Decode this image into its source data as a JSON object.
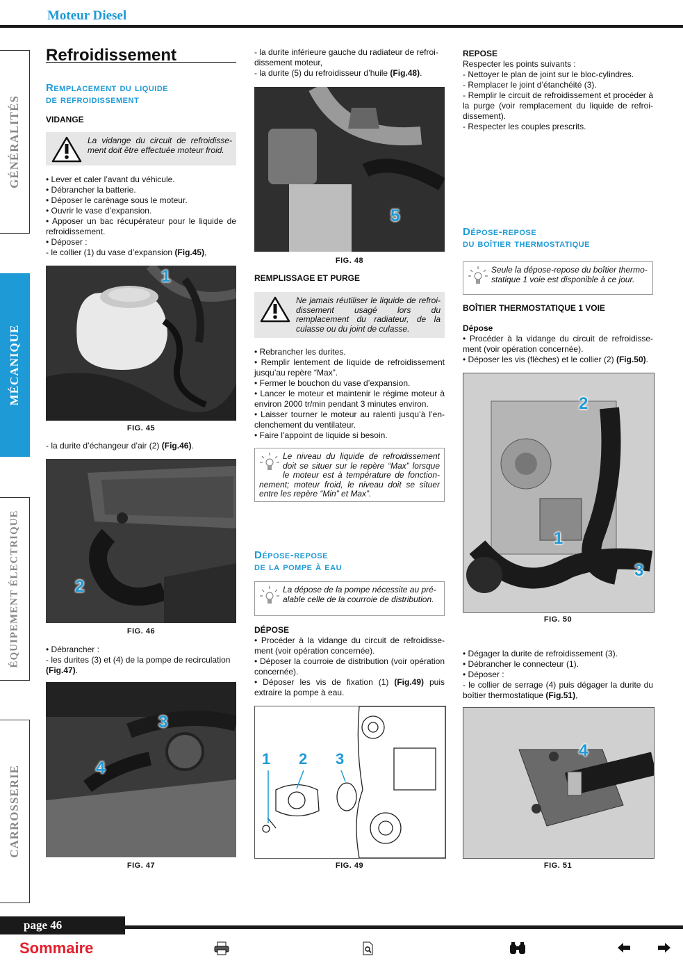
{
  "header": {
    "title": "Moteur Diesel"
  },
  "tabs": [
    {
      "label": "GÉNÉRALITÉS",
      "active": false
    },
    {
      "label": "MÉCANIQUE",
      "active": true
    },
    {
      "label": "ÉQUIPEMENT ÉLECTRIQUE",
      "active": false
    },
    {
      "label": "CARROSSERIE",
      "active": false
    }
  ],
  "col1": {
    "title": "Refroidissement",
    "section_line1": "Remplacement du liquide",
    "section_line2": "de refroidissement",
    "vidange": "VIDANGE",
    "warning": "La vidange du circuit de refroidisse-ment doit être effectuée moteur froid.",
    "steps": [
      "• Lever et caler l’avant du véhicule.",
      "• Débrancher la batterie.",
      "• Déposer le carénage sous le moteur.",
      "• Ouvrir le vase d’expansion.",
      "• Apposer un bac récupérateur pour le liquide de refroidissement.",
      "• Déposer :",
      "- le collier (1) du vase d’expansion "
    ],
    "ref45": "(Fig.45)",
    "fig45": "FIG. 45",
    "durite_echangeur": "- la durite d’échangeur d’air (2) ",
    "ref46": "(Fig.46)",
    "fig46": "FIG. 46",
    "debrancher": "• Débrancher :",
    "durites34": "- les durites (3) et (4) de la pompe de recirculation ",
    "ref47": "(Fig.47)",
    "fig47": "FIG. 47"
  },
  "col2": {
    "intro1": "- la durite inférieure gauche du radiateur de refroi-dissement moteur,",
    "intro2": "- la durite (5) du refroidisseur d’huile ",
    "ref48": "(Fig.48)",
    "fig48": "FIG. 48",
    "remplissage": "REMPLISSAGE ET PURGE",
    "warning": "Ne jamais réutiliser le liquide de refroi-dissement usagé lors du remplacement du radiateur, de la culasse ou du joint de culasse.",
    "steps": [
      "• Rebrancher les durites.",
      "• Remplir lentement de liquide de refroidissement jusqu’au repère “Max”.",
      "• Fermer le bouchon du vase d’expansion.",
      "• Lancer le moteur et maintenir le régime moteur à environ 2000 tr/min pendant 3 minutes environ.",
      "• Laisser tourner le moteur au ralenti jusqu’à l’en-clenchement du ventilateur.",
      "• Faire l’appoint de liquide si besoin."
    ],
    "note": "Le niveau du liquide de refroidissement doit se situer sur le repère “Max” lorsque le moteur est à température de fonction-nement; moteur froid, le niveau doit se situer entre les repère “Min” et Max”.",
    "section_line1": "Dépose-repose",
    "section_line2": "de la pompe à eau",
    "note2": "La dépose de la pompe nécessite au pré-alable celle de la courroie de distribution.",
    "depose": "DÉPOSE",
    "depose_steps": [
      "• Procéder à la vidange du circuit de refroidisse-ment (voir opération concernée).",
      "• Déposer la courroie de distribution (voir opération concernée)."
    ],
    "vis1": "• Déposer les vis de fixation (1) ",
    "ref49": "(Fig.49)",
    "vis2": " puis extraire la pompe à eau.",
    "fig49": "FIG. 49"
  },
  "col3": {
    "repose": "REPOSE",
    "repose_steps": [
      "Respecter les points suivants :",
      "- Nettoyer le plan de joint sur le bloc-cylindres.",
      "- Remplacer le joint d’étanchéité (3).",
      "- Remplir le circuit de refroidissement et procéder à la purge (voir remplacement du liquide de refroi-dissement).",
      "- Respecter les couples prescrits."
    ],
    "section_line1": "Dépose-repose",
    "section_line2": "du boîtier thermostatique",
    "note": "Seule la dépose-repose du boîtier thermo-statique 1 voie est disponible à ce jour.",
    "boitier": "BOÎTIER THERMOSTATIQUE 1 VOIE",
    "depose": "Dépose",
    "depose1": "• Procéder à la vidange du circuit de refroidisse-ment (voir opération concernée).",
    "depose2": "• Déposer les vis (flèches) et le collier (2) ",
    "ref50": "(Fig.50)",
    "fig50": "FIG. 50",
    "after_steps": [
      "• Dégager la durite de refroidissement (3).",
      "• Débrancher le connecteur (1).",
      "• Déposer :"
    ],
    "collier": "- le collier de serrage (4) puis dégager la durite du boîtier thermostatique ",
    "ref51": "(Fig.51)",
    "fig51": "FIG. 51"
  },
  "callouts": {
    "f45": "1",
    "f46": "2",
    "f47a": "3",
    "f47b": "4",
    "f48": "5",
    "f49a": "1",
    "f49b": "2",
    "f49c": "3",
    "f50a": "2",
    "f50b": "1",
    "f50c": "3",
    "f51": "4"
  },
  "footer": {
    "page": "page 46",
    "sommaire": "Sommaire",
    "icons": [
      "printer-icon",
      "document-search-icon",
      "binoculars-icon",
      "arrow-left-icon",
      "arrow-right-icon"
    ]
  }
}
